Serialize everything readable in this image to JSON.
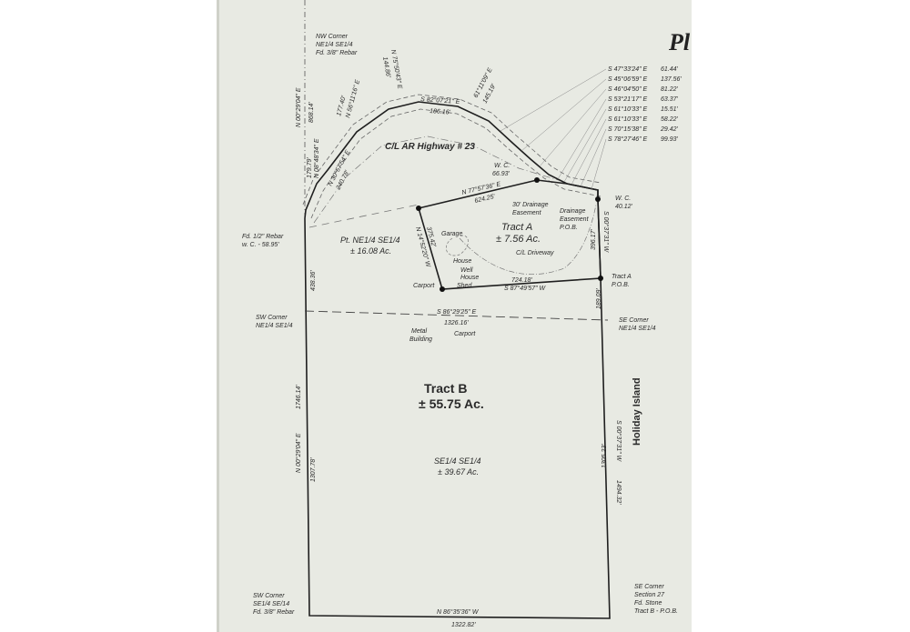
{
  "title_fragment": "Pl",
  "corners": {
    "nw": [
      "NW Corner",
      "NE1/4 SE1/4",
      "Fd. 3/8\" Rebar"
    ],
    "rebar_half": [
      "Fd. 1/2\" Rebar",
      "w. C. - 58.95'"
    ],
    "sw_ne": [
      "SW Corner",
      "NE1/4 SE1/4"
    ],
    "se_ne": [
      "SE Corner",
      "NE1/4 SE1/4"
    ],
    "sw_se": [
      "SW Corner",
      "SE1/4 SE/14",
      "Fd. 3/8\" Rebar"
    ],
    "se_section": [
      "SE Corner",
      "Section 27",
      "Fd. Stone",
      "Tract B - P.O.B."
    ]
  },
  "highway": {
    "label": "C/L AR Highway # 23",
    "courses": [
      {
        "bearing": "N 30°57'54\" E",
        "distance": "240.78'"
      },
      {
        "bearing": "N 08°48'34\" E",
        "distance": "179.79'"
      },
      {
        "bearing": "N 56°11'16\" E",
        "distance": "177.40'"
      },
      {
        "bearing": "N 75°50'43\" E",
        "distance": "144.86'"
      },
      {
        "bearing": "S 82°07'21\" E",
        "distance": "186.16'"
      },
      {
        "bearing": "61°11'09\" E",
        "distance": "145.19'"
      },
      {
        "bearing": "S 47°33'24\" E",
        "distance": "61.44'"
      },
      {
        "bearing": "S 45°06'59\" E",
        "distance": "137.56'"
      },
      {
        "bearing": "S 46°04'50\" E",
        "distance": "81.22'"
      },
      {
        "bearing": "S 53°21'17\" E",
        "distance": "63.37'"
      },
      {
        "bearing": "S 61°10'33\" E",
        "distance": "15.51'"
      },
      {
        "bearing": "S 61°10'33\" E",
        "distance": "58.22'"
      },
      {
        "bearing": "S 70°15'38\" E",
        "distance": "29.42'"
      },
      {
        "bearing": "S 78°27'46\" E",
        "distance": "99.93'"
      }
    ]
  },
  "boundary": {
    "west_upper": {
      "bearing": "N 00°29'04\" E",
      "distance": "868.14'"
    },
    "west_mid": {
      "distance": "438.36'"
    },
    "west_total": {
      "bearing": "N 00°29'04\" E",
      "distance": "1746.14'"
    },
    "west_lower": {
      "distance": "1307.78'"
    },
    "south": {
      "bearing": "N 86°35'36\" W",
      "distance": "1322.82'"
    },
    "east_total": {
      "bearing": "S 00°37'31\" W",
      "distance": "1494.32'"
    },
    "east_lower": {
      "distance": "1305.23'"
    },
    "east_mid": {
      "distance": "189.09'"
    },
    "quarter_line": {
      "bearing": "S 86°29'25\" E",
      "distance": "1326.16'"
    }
  },
  "tract_a": {
    "name": "Tract A",
    "area": "± 7.56 Ac.",
    "north": {
      "bearing": "N 77°57'36\" E",
      "distance": "624.25'"
    },
    "west": {
      "bearing": "N 14°52'20\" W",
      "distance": "375.42'"
    },
    "south": {
      "bearing": "S 87°49'57\" W",
      "distance": "724.18'"
    },
    "east": {
      "bearing": "S 00°37'31\" W",
      "distance": "396.17'"
    },
    "wc_north": [
      "W. C.",
      "66.93'"
    ],
    "wc_east": [
      "W. C.",
      "40.12'"
    ],
    "drainage": [
      "30' Drainage",
      "Easement"
    ],
    "drainage_pob": [
      "Drainage",
      "Easement",
      "P.O.B."
    ],
    "pob": [
      "Tract A",
      "P.O.B."
    ],
    "driveway": "C/L Driveway",
    "structures": [
      "Garage",
      "House",
      "Well",
      "House",
      "Shed",
      "Carport"
    ]
  },
  "parcel_ne": {
    "name": "Pt. NE1/4 SE1/4",
    "area": "± 16.08 Ac."
  },
  "structures_b": [
    "Metal",
    "Building",
    "Carport"
  ],
  "tract_b": {
    "name": "Tract B",
    "area": "± 55.75 Ac."
  },
  "parcel_se": {
    "name": "SE1/4  SE1/4",
    "area": "± 39.67 Ac."
  },
  "road_east": "Holiday   Island",
  "colors": {
    "paper": "#e8eae3",
    "ink": "#1f1f1f"
  }
}
